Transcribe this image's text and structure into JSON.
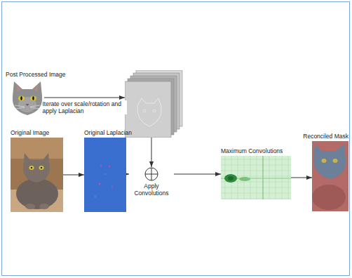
{
  "diagram": {
    "nodes": [
      {
        "text": [
          "Post Processed Image"
        ]
      },
      {
        "text": []
      },
      {
        "text": [
          "Original Image"
        ]
      },
      {
        "text": [
          "Original Laplacian"
        ]
      },
      {
        "text": [
          "Apply Convolutions"
        ]
      },
      {
        "text": [
          "Maximum Convolutions"
        ]
      },
      {
        "text": [
          "Reconciled Mask"
        ]
      }
    ],
    "edges": [
      {
        "from": 0,
        "to": 1,
        "label": "Iterate over scale/rotation and apply Laplacian",
        "arrow": "to"
      },
      {
        "from": 1,
        "to": 4,
        "arrow": "to"
      },
      {
        "from": 2,
        "to": 3,
        "arrow": "to"
      },
      {
        "from": 3,
        "to": 4,
        "arrow": "to"
      },
      {
        "from": 4,
        "to": 5,
        "arrow": "to"
      },
      {
        "from": 5,
        "to": 6,
        "arrow": "to"
      }
    ]
  }
}
